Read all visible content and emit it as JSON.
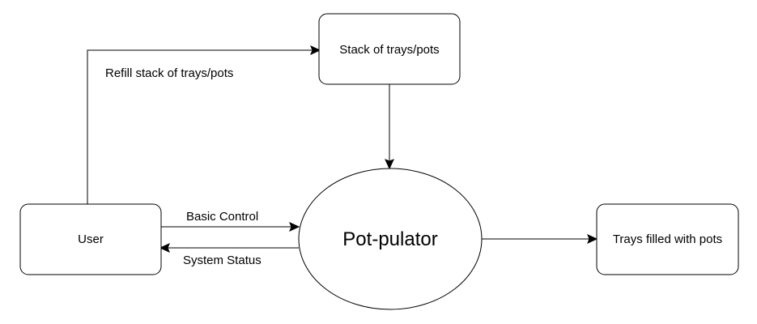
{
  "diagram": {
    "nodes": {
      "user": {
        "label": "User"
      },
      "stack": {
        "label": "Stack of trays/pots"
      },
      "potpulator": {
        "label": "Pot-pulator"
      },
      "trays_filled": {
        "label": "Trays filled with pots"
      }
    },
    "edges": {
      "refill": {
        "label": "Refill stack of trays/pots"
      },
      "basic_control": {
        "label": "Basic Control"
      },
      "system_status": {
        "label": "System Status"
      },
      "stack_to_potpulator": {
        "label": ""
      },
      "potpulator_to_trays": {
        "label": ""
      }
    },
    "colors": {
      "stroke": "#000000",
      "fill": "#ffffff"
    }
  }
}
